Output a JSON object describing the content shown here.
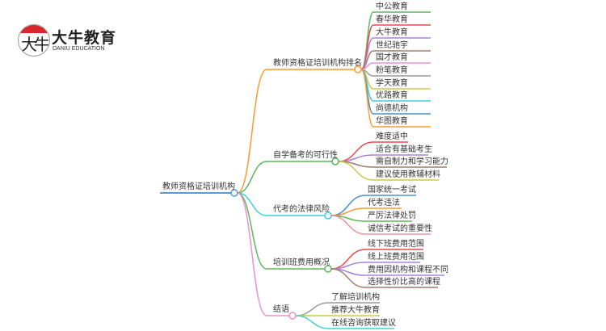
{
  "logo": {
    "glyph": "大牛",
    "name": "大牛教育",
    "subtitle": "DANIU EDUCATION"
  },
  "mindmap": {
    "root": {
      "label": "教师资格证培训机构",
      "color": "#5b9bd5"
    },
    "branches": [
      {
        "label": "教师资格证培训机构排名",
        "color": "#ff9933",
        "children": [
          {
            "label": "中公教育",
            "color": "#5cb85c"
          },
          {
            "label": "春华教育",
            "color": "#e94b4b"
          },
          {
            "label": "大牛教育",
            "color": "#a983d8"
          },
          {
            "label": "世纪驰宇",
            "color": "#a47d6c"
          },
          {
            "label": "国才教育",
            "color": "#ee8fd0"
          },
          {
            "label": "粉笔教育",
            "color": "#9a9a9a"
          },
          {
            "label": "学天教育",
            "color": "#c8c850"
          },
          {
            "label": "优路教育",
            "color": "#3fcfdf"
          },
          {
            "label": "尚德机构",
            "color": "#4a8fd0"
          },
          {
            "label": "华图教育",
            "color": "#ff9933"
          }
        ]
      },
      {
        "label": "自学备考的可行性",
        "color": "#5cb85c",
        "children": [
          {
            "label": "难度适中",
            "color": "#e94b4b"
          },
          {
            "label": "适合有基础考生",
            "color": "#a983d8"
          },
          {
            "label": "需自制力和学习能力",
            "color": "#a47d6c"
          },
          {
            "label": "建议使用教辅材料",
            "color": "#c8c850"
          }
        ]
      },
      {
        "label": "代考的法律风险",
        "color": "#3fcfdf",
        "children": [
          {
            "label": "国家统一考试",
            "color": "#4a8fd0"
          },
          {
            "label": "代考违法",
            "color": "#ff9933"
          },
          {
            "label": "严厉法律处罚",
            "color": "#5cb85c"
          },
          {
            "label": "诚信考试的重要性",
            "color": "#ee8fa0"
          }
        ]
      },
      {
        "label": "培训班费用概况",
        "color": "#5cb85c",
        "children": [
          {
            "label": "线下班费用范围",
            "color": "#e94b4b"
          },
          {
            "label": "线上班费用范围",
            "color": "#a983d8"
          },
          {
            "label": "费用因机构和课程不同",
            "color": "#a983d8"
          },
          {
            "label": "选择性价比高的课程",
            "color": "#a47d6c"
          }
        ]
      },
      {
        "label": "结语",
        "color": "#ee8fd0",
        "children": [
          {
            "label": "了解培训机构",
            "color": "#9a9a9a"
          },
          {
            "label": "推荐大牛教育",
            "color": "#c8c850"
          },
          {
            "label": "在线咨询获取建议",
            "color": "#3fcfdf"
          }
        ]
      }
    ]
  }
}
